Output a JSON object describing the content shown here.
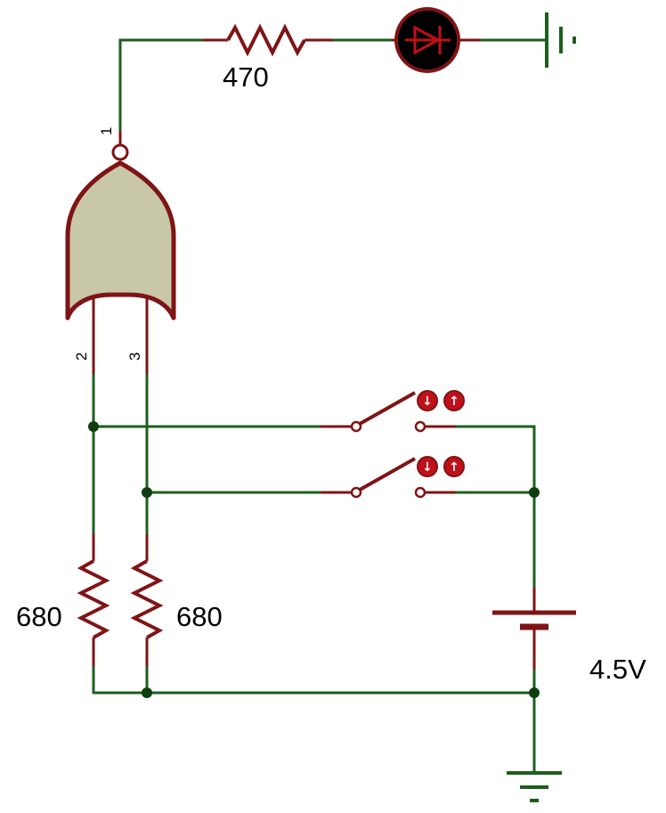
{
  "labels": {
    "led_resistor": "470",
    "pulldown_left": "680",
    "pulldown_right": "680",
    "battery": "4.5V"
  },
  "gate_pins": {
    "output": "1",
    "input_a": "2",
    "input_b": "3"
  },
  "switch_buttons": {
    "down_glyph": "↓",
    "up_glyph": "↑"
  },
  "colors": {
    "wire": "#1d5e1d",
    "component": "#7f1416",
    "gate_fill": "#c8c8a9",
    "led_body": "#000000",
    "button_fill": "#c0101a"
  }
}
